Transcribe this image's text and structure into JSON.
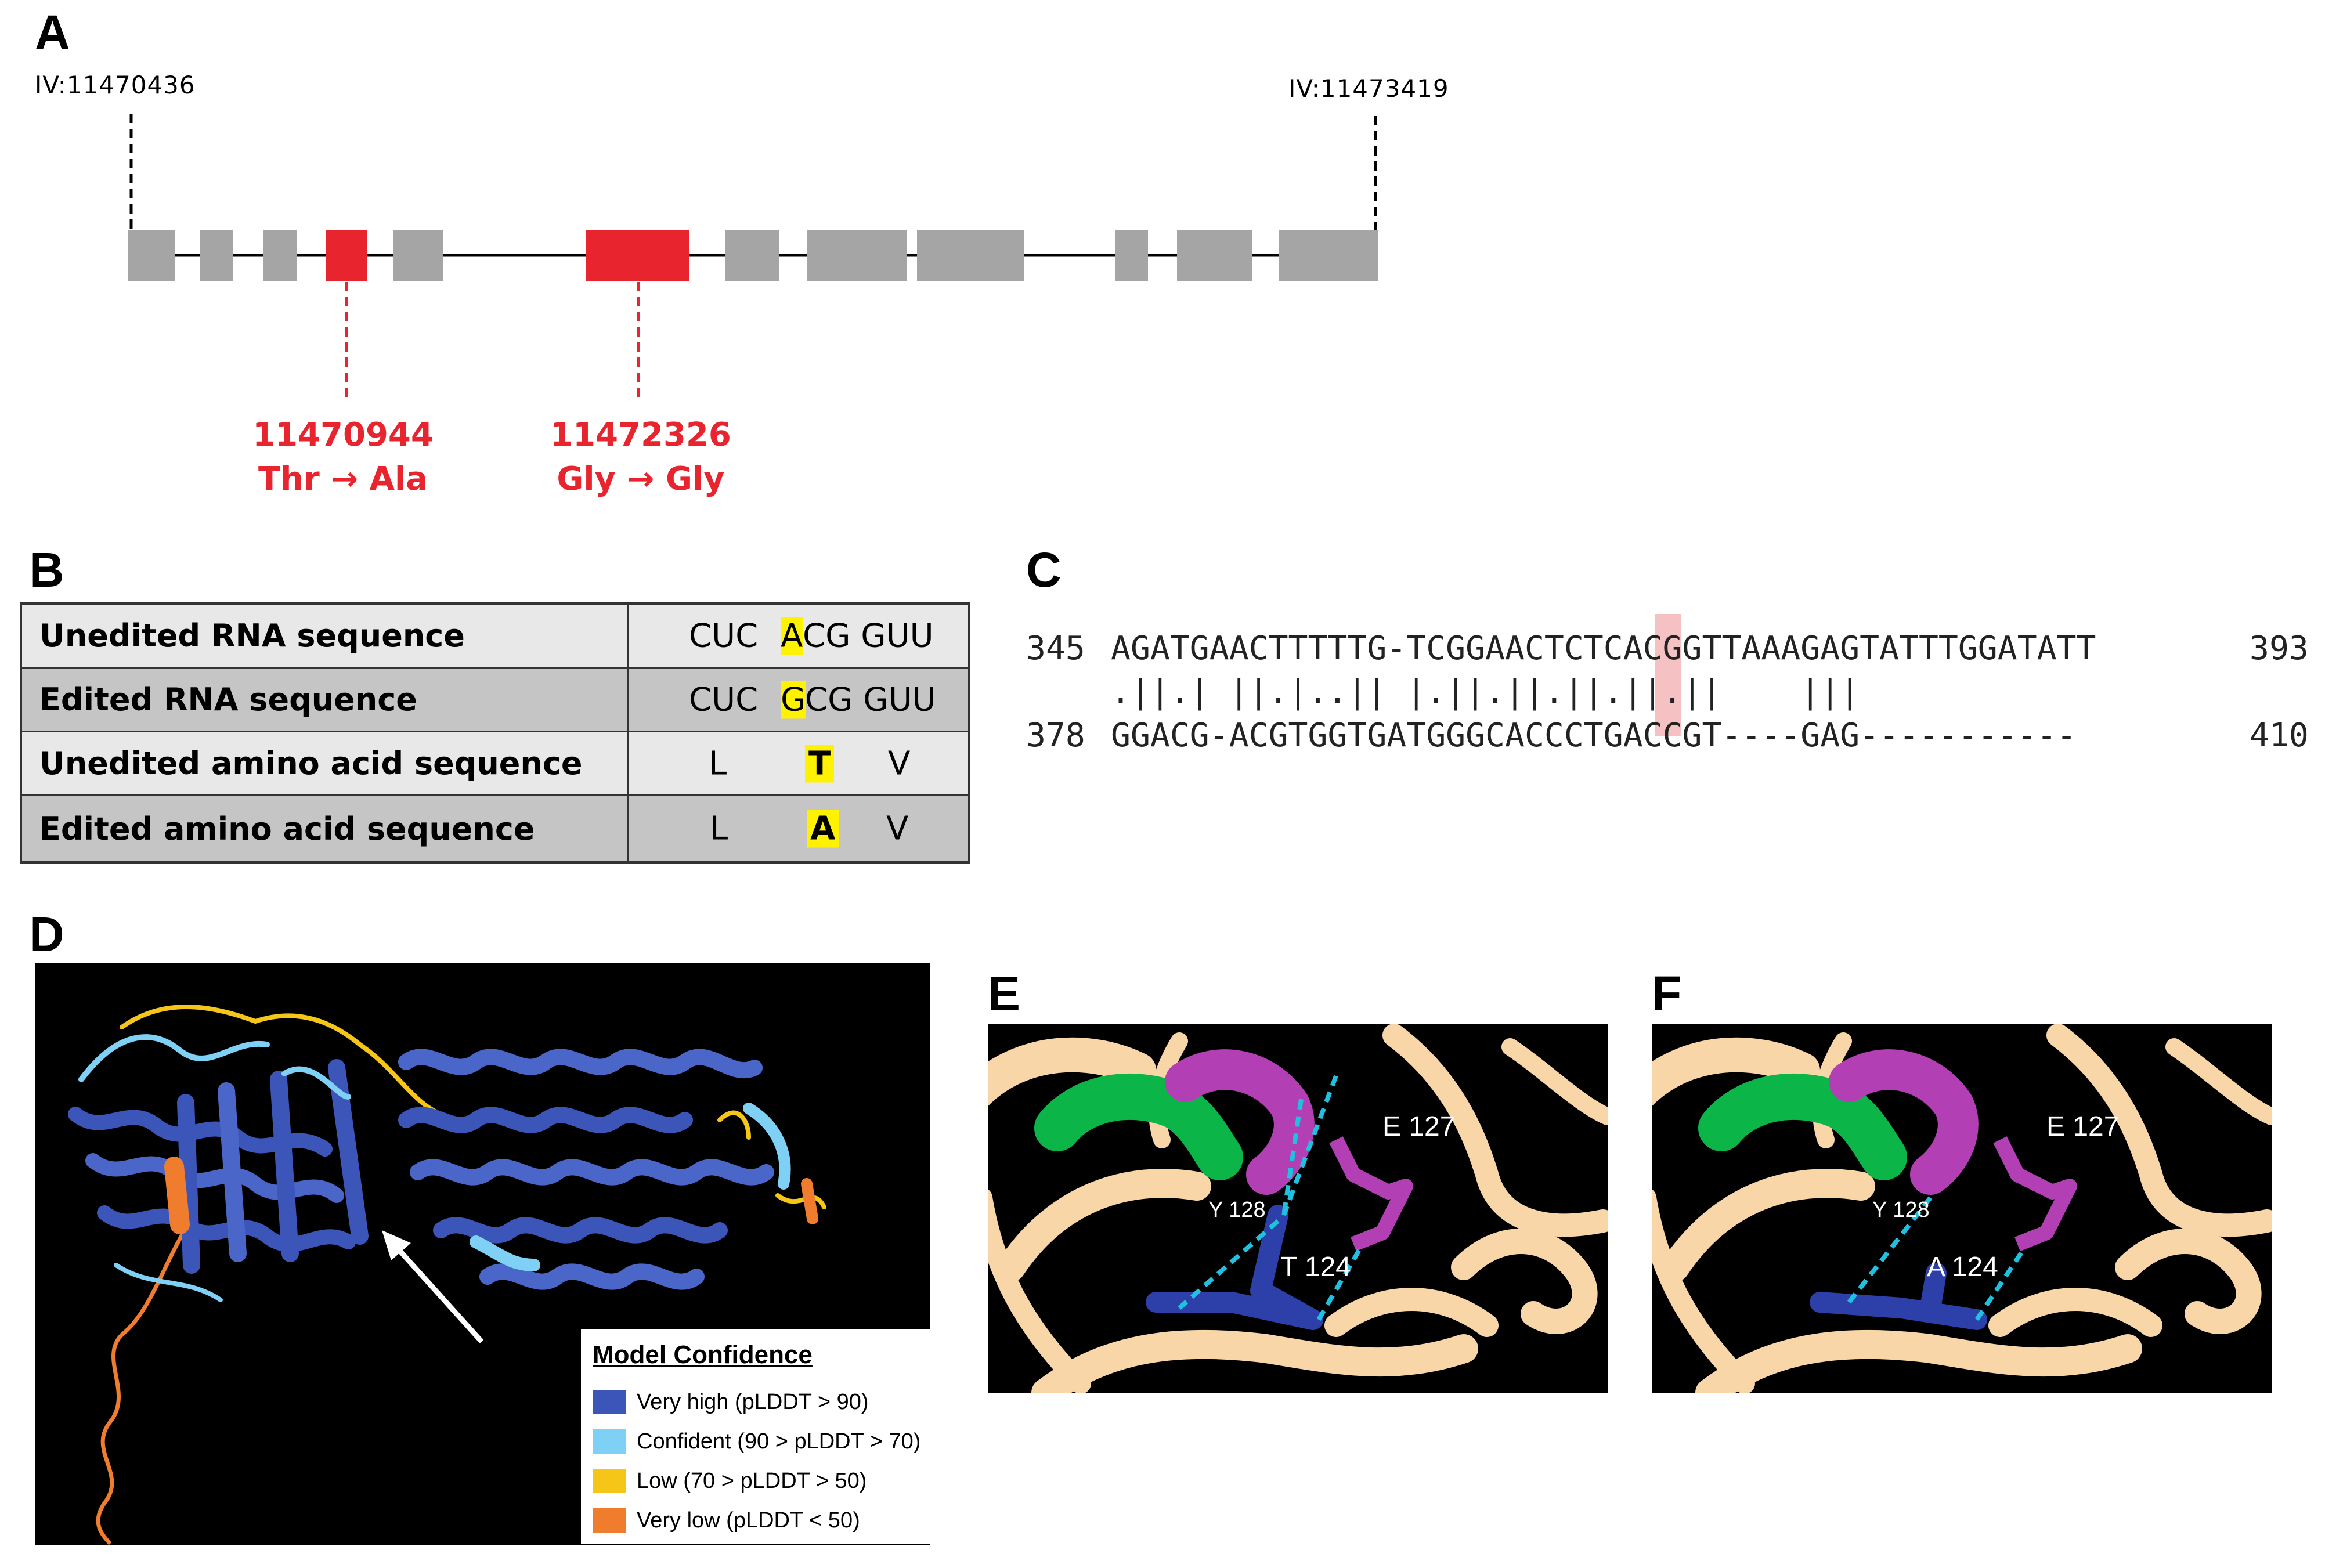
{
  "panels": {
    "a": "A",
    "b": "B",
    "c": "C",
    "d": "D",
    "e": "E",
    "f": "F"
  },
  "gene": {
    "start_coord": "IV:11470436",
    "end_coord": "IV:11473419",
    "sites": [
      {
        "position": "11470944",
        "change": "Thr → Ala"
      },
      {
        "position": "11472326",
        "change": "Gly → Gly"
      }
    ],
    "colors": {
      "exon": "#a5a5a5",
      "edited_exon": "#e8242e"
    }
  },
  "table": {
    "rows": [
      {
        "label": "Unedited RNA sequence",
        "pre": "CUC ",
        "highlight": "A",
        "post": "CG GUU"
      },
      {
        "label": "Edited RNA sequence",
        "pre": "CUC ",
        "highlight": "G",
        "post": "CG GUU"
      },
      {
        "label": "Unedited amino acid sequence",
        "pre": "L",
        "highlight": "T",
        "post": "V"
      },
      {
        "label": "Edited amino acid sequence",
        "pre": "L",
        "highlight": "A",
        "post": "V"
      }
    ]
  },
  "alignment": {
    "top_start": "345",
    "top_seq": "AGATGAACTTTTTG-TCGGAACTCTCACGGTTAAAGAGTATTTGGATATT",
    "top_end": "393",
    "match_line": ".||.| ||.|..|| |.||.||.||.||.||    |||",
    "bottom_start": "378",
    "bottom_seq": "GGACG-ACGTGGTGATGGGCACCCTGACCGT----GAG-----------",
    "bottom_end": "410"
  },
  "legend": {
    "title": "Model Confidence",
    "items": [
      {
        "label": "Very high (pLDDT > 90)",
        "color": "#3b55b8"
      },
      {
        "label": "Confident (90 > pLDDT > 70)",
        "color": "#7fd0f5"
      },
      {
        "label": "Low (70 > pLDDT > 50)",
        "color": "#f5c518"
      },
      {
        "label": "Very low (pLDDT < 50)",
        "color": "#ef7d2d"
      }
    ]
  },
  "residues": {
    "e": {
      "res1": "E 127",
      "res2": "Y 128",
      "res3": "T 124"
    },
    "f": {
      "res1": "E 127",
      "res2": "Y 128",
      "res3": "A 124"
    }
  }
}
